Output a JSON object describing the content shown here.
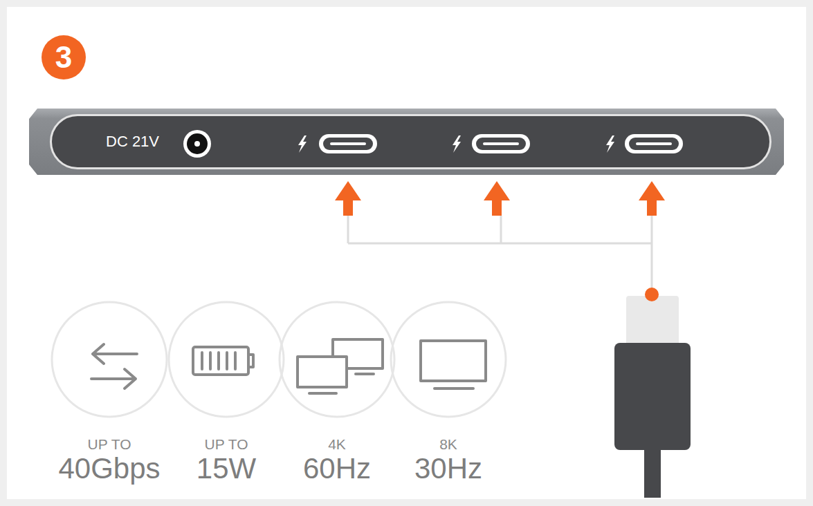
{
  "diagram": {
    "nodes": [
      {
        "text": [
          "DC 21V"
        ]
      },
      {
        "text": [
          "UP TO",
          "40Gbps"
        ]
      },
      {
        "text": [
          "UP TO",
          "15W"
        ]
      },
      {
        "text": [
          "4K",
          "60Hz"
        ]
      },
      {
        "text": [
          "8K",
          "30Hz"
        ]
      }
    ],
    "labels": [
      "3"
    ]
  }
}
